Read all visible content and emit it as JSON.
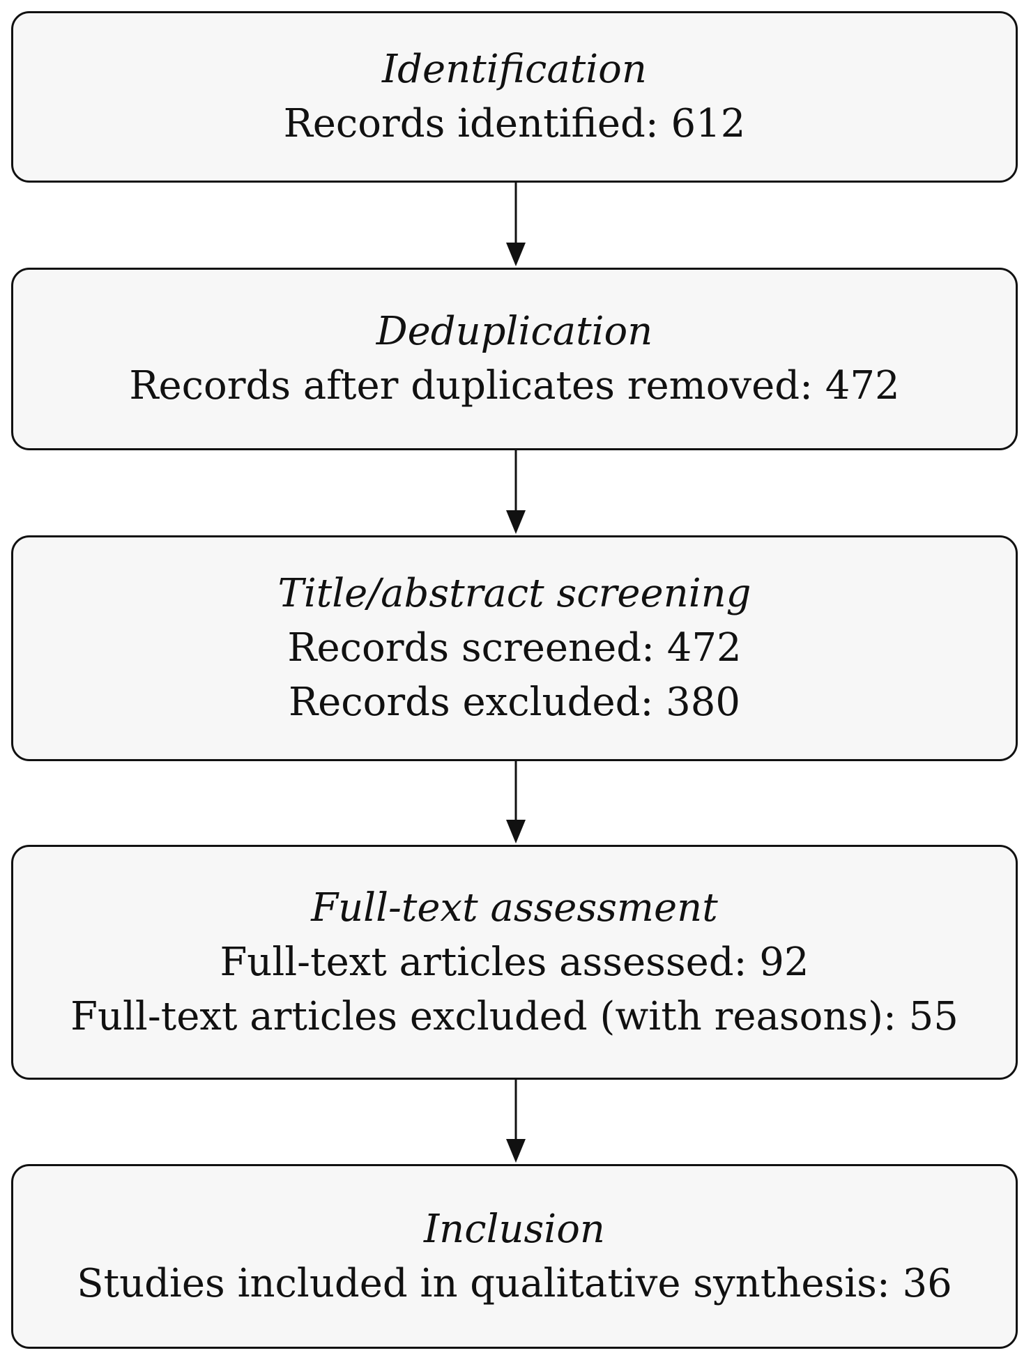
{
  "flow": {
    "steps": [
      {
        "title": "Identification",
        "lines": [
          "Records identified: 612"
        ]
      },
      {
        "title": "Deduplication",
        "lines": [
          "Records after duplicates removed: 472"
        ]
      },
      {
        "title": "Title/abstract screening",
        "lines": [
          "Records screened: 472",
          "Records excluded: 380"
        ]
      },
      {
        "title": "Full-text assessment",
        "lines": [
          "Full-text articles assessed: 92",
          "Full-text articles excluded (with reasons): 55"
        ]
      },
      {
        "title": "Inclusion",
        "lines": [
          "Studies included in qualitative synthesis: 36"
        ]
      }
    ]
  }
}
